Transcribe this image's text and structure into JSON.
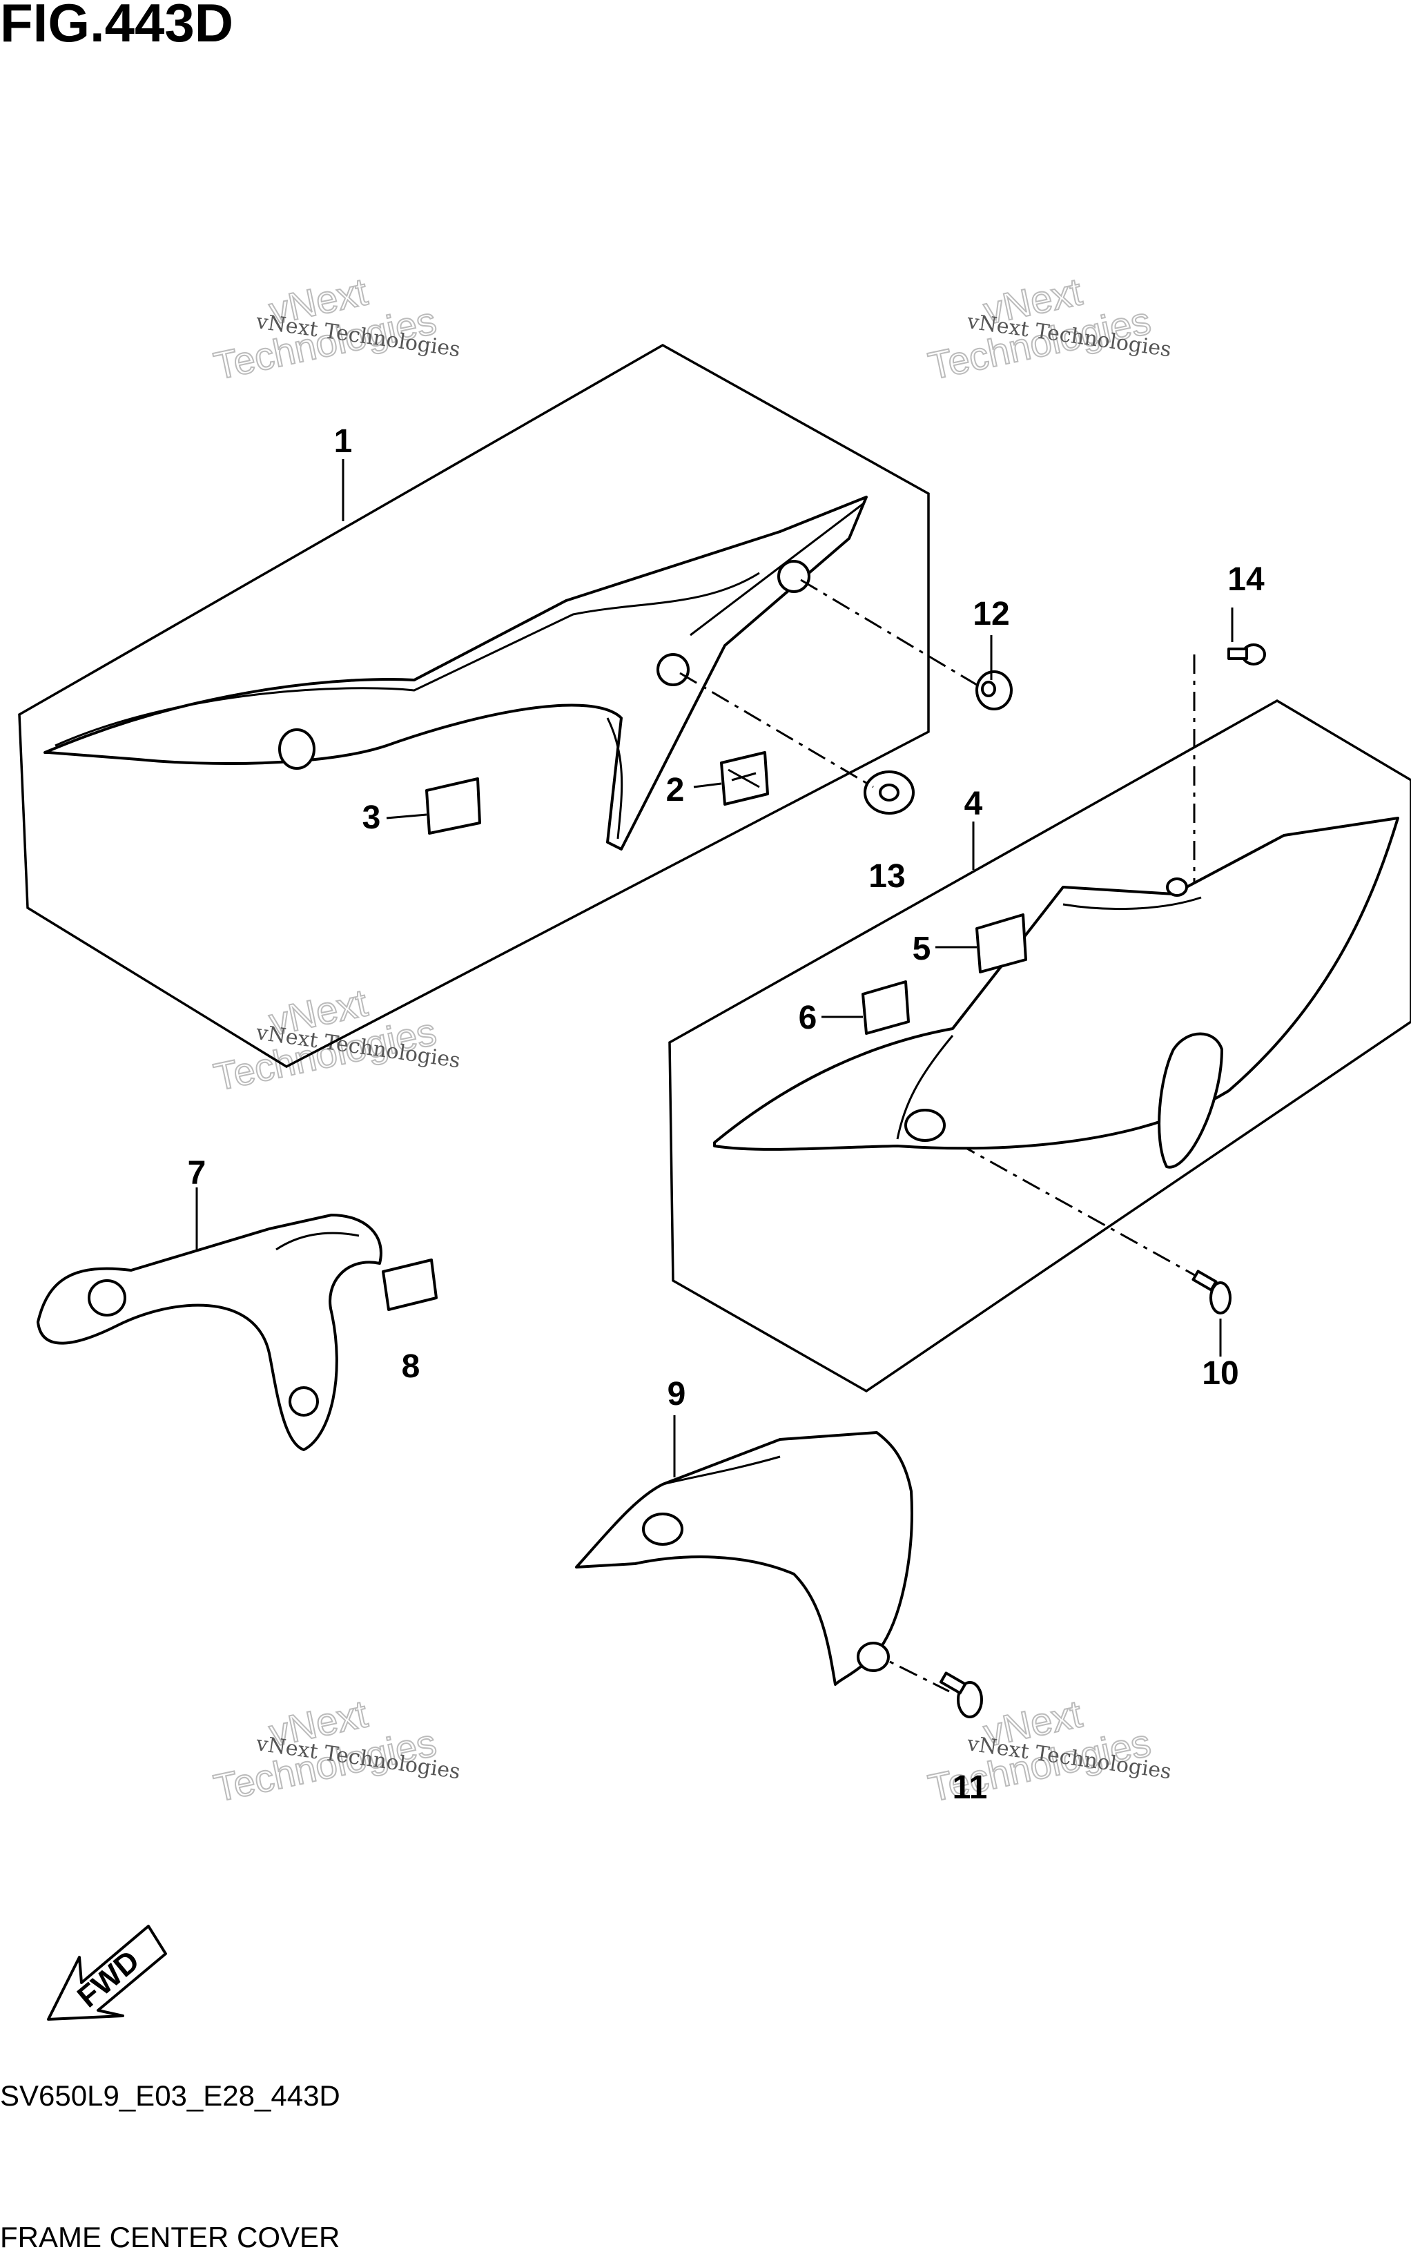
{
  "figure": {
    "title": "FIG.443D"
  },
  "watermark": {
    "line1": "vNext Technologies",
    "line2": "vNext",
    "line3": "Technologies"
  },
  "callouts": [
    "1",
    "2",
    "3",
    "4",
    "5",
    "6",
    "7",
    "8",
    "9",
    "10",
    "11",
    "12",
    "13",
    "14"
  ],
  "direction_label": "FWD",
  "footer": {
    "code": "SV650L9_E03_E28_443D",
    "name": "FRAME CENTER COVER"
  }
}
